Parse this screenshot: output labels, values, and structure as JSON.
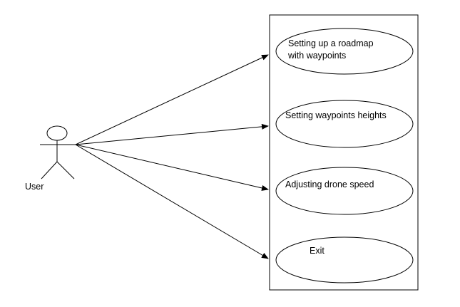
{
  "actor": {
    "label": "User"
  },
  "use_cases": [
    {
      "id": "roadmap",
      "lines": [
        "Setting up a roadmap",
        "with waypoints"
      ]
    },
    {
      "id": "heights",
      "lines": [
        "Setting waypoints heights"
      ]
    },
    {
      "id": "speed",
      "lines": [
        "Adjusting drone speed"
      ]
    },
    {
      "id": "exit",
      "lines": [
        "Exit"
      ]
    }
  ],
  "associations": [
    {
      "from": "actor",
      "to": "roadmap"
    },
    {
      "from": "actor",
      "to": "heights"
    },
    {
      "from": "actor",
      "to": "speed"
    },
    {
      "from": "actor",
      "to": "exit"
    }
  ],
  "colors": {
    "stroke": "#000000",
    "background": "#ffffff",
    "text": "#000000"
  }
}
